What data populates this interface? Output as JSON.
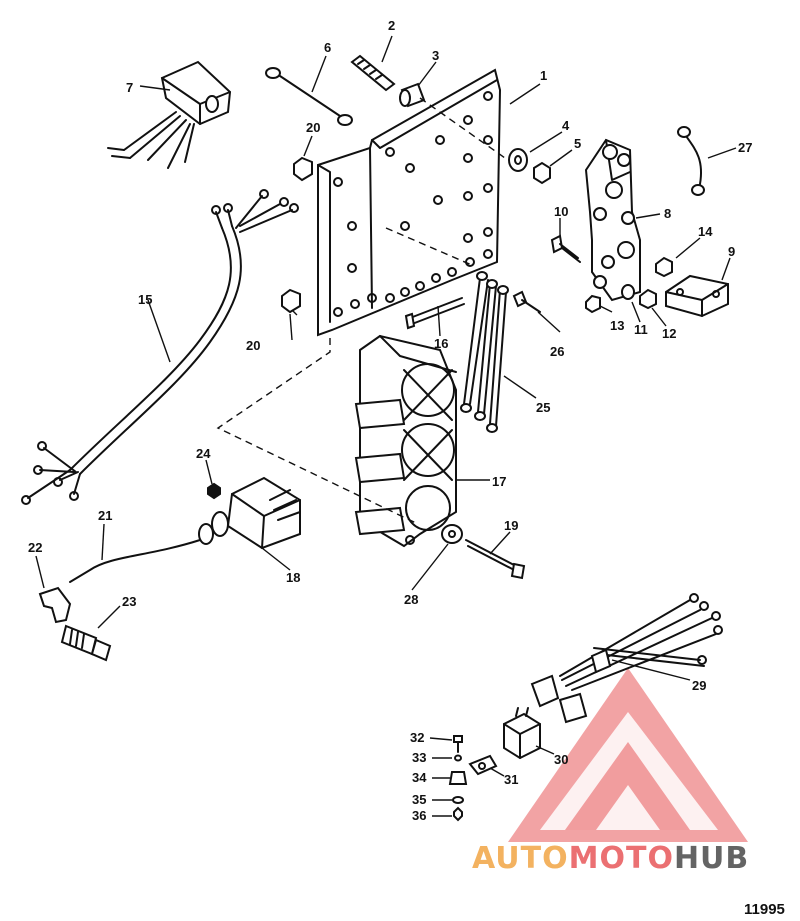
{
  "diagram": {
    "drawing_number": "11995",
    "colors": {
      "line": "#111111",
      "brand_red": "#e8585a",
      "brand_orange": "#f1a545",
      "brand_gray": "#4a4a4a"
    },
    "watermark": {
      "part1": "AUTO",
      "part2": "MOTO",
      "part3": "HUB"
    },
    "labels": {
      "p1": "1",
      "p2": "2",
      "p3": "3",
      "p4": "4",
      "p5": "5",
      "p6": "6",
      "p7": "7",
      "p8": "8",
      "p9": "9",
      "p10": "10",
      "p11": "11",
      "p12": "12",
      "p13": "13",
      "p14": "14",
      "p15": "15",
      "p16": "16",
      "p17": "17",
      "p18": "18",
      "p19": "19",
      "p20a": "20",
      "p20b": "20",
      "p21": "21",
      "p22": "22",
      "p23": "23",
      "p24": "24",
      "p25": "25",
      "p26": "26",
      "p27": "27",
      "p28": "28",
      "p29": "29",
      "p30": "30",
      "p31": "31",
      "p32": "32",
      "p33": "33",
      "p34": "34",
      "p35": "35",
      "p36": "36"
    }
  }
}
